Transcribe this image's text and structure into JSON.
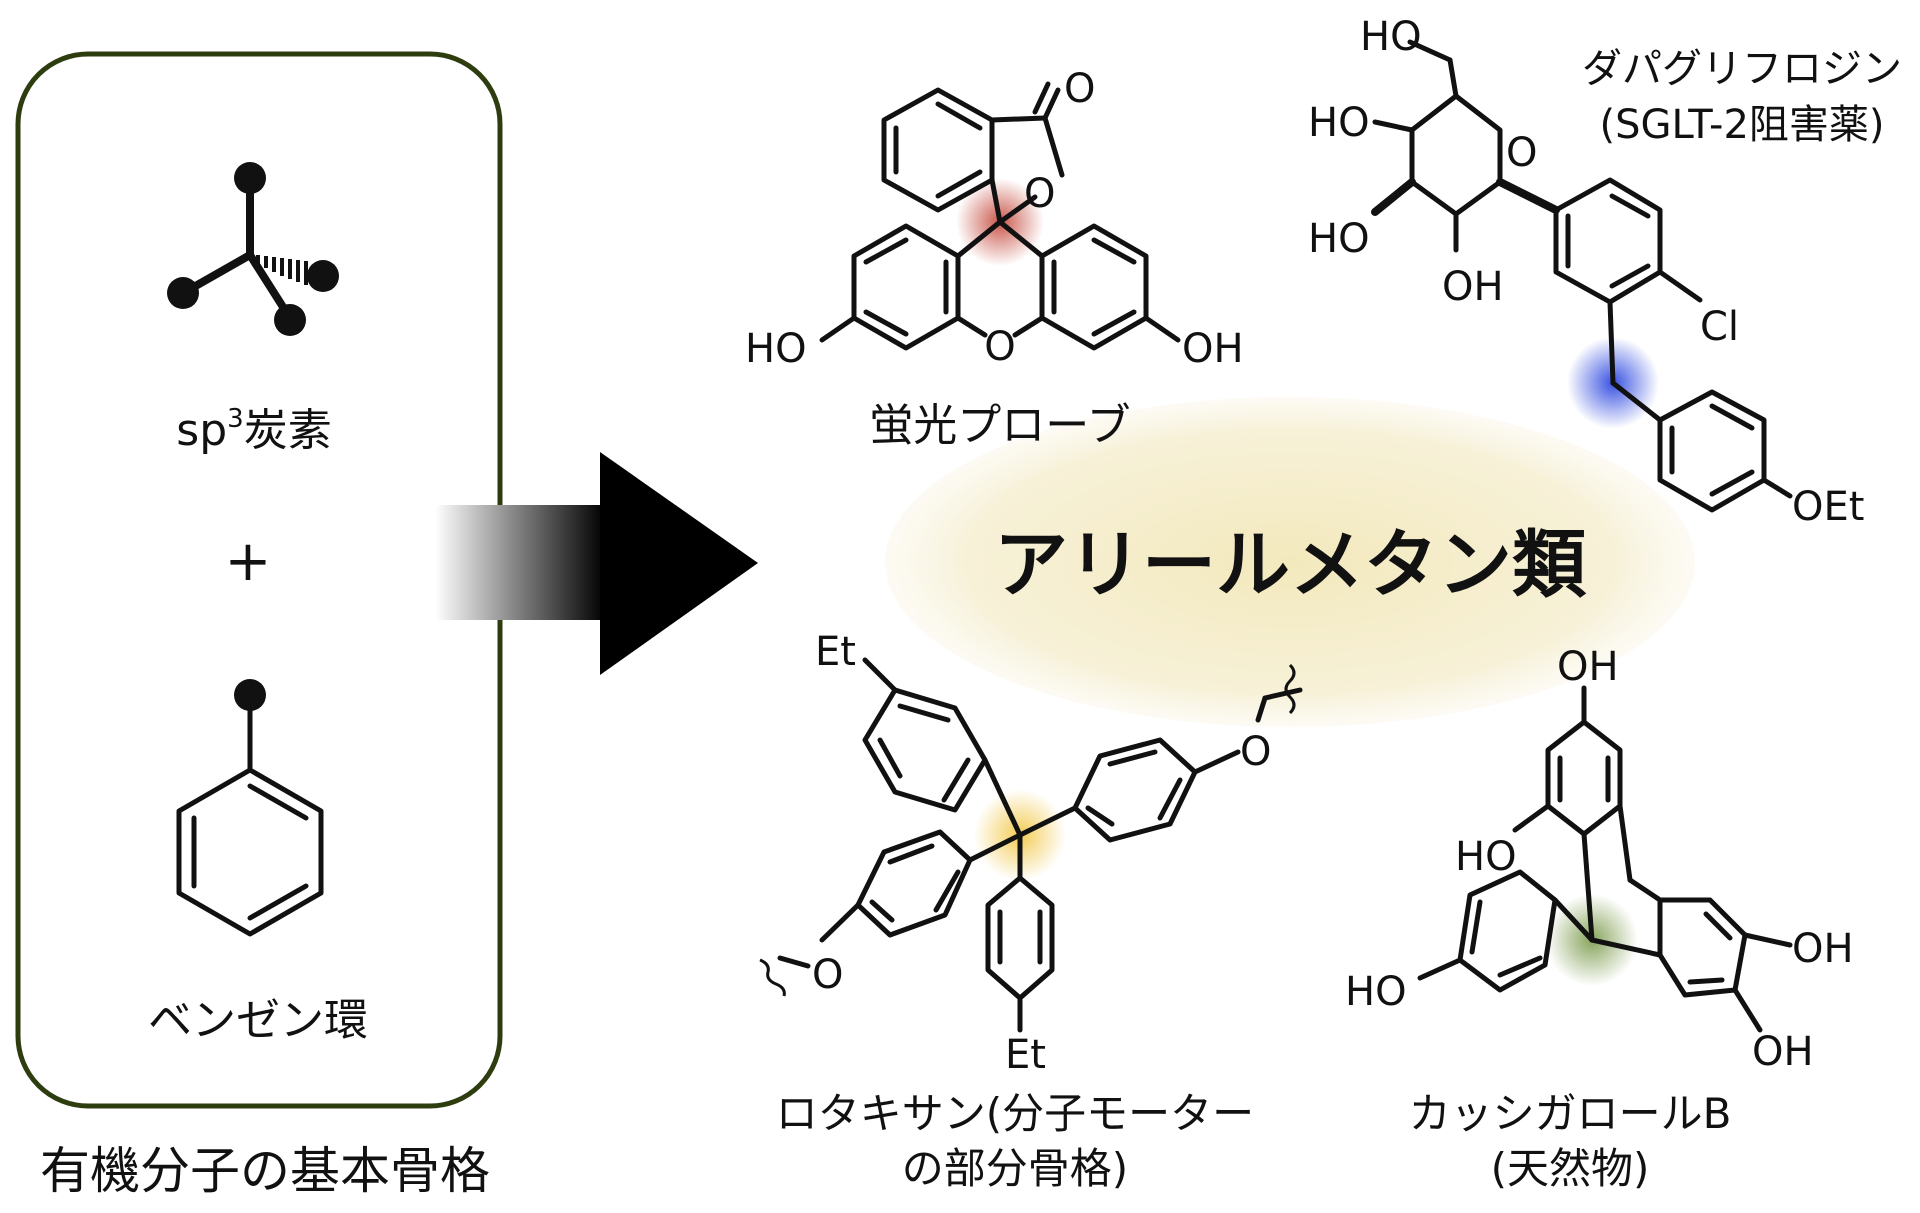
{
  "left_panel": {
    "sp3_label_prefix": "sp",
    "sp3_label_superscript": "3",
    "sp3_label_suffix": "炭素",
    "plus": "+",
    "benzene_label": "ベンゼン環",
    "caption": "有機分子の基本骨格"
  },
  "center": {
    "title": "アリールメタン類"
  },
  "molecules": {
    "fluorescein": {
      "caption": "蛍光プローブ",
      "atoms": {
        "carbonyl_o": "O",
        "ring_o": "O",
        "xanthene_o": "O",
        "oh_left": "HO",
        "oh_right": "OH"
      }
    },
    "dapagliflozin": {
      "caption_line1": "ダパグリフロジン",
      "caption_line2": "(SGLT-2阻害薬)",
      "atoms": {
        "ho_top": "HO",
        "ho_mid": "HO",
        "ho_low": "HO",
        "oh_bottom": "OH",
        "ring_o": "O",
        "cl": "Cl",
        "oet": "OEt"
      }
    },
    "rotaxane": {
      "caption_line1": "ロタキサン(分子モーター",
      "caption_line2": "の部分骨格)",
      "atoms": {
        "et_top": "Et",
        "et_bottom": "Et",
        "o_right": "O",
        "o_left": "O"
      }
    },
    "cassigarol": {
      "caption_line1": "カッシガロールB",
      "caption_line2": "(天然物)",
      "atoms": {
        "oh_top": "OH",
        "ho_left": "HO",
        "ho_bottom_left": "HO",
        "oh_right_upper": "OH",
        "oh_right_lower": "OH"
      }
    }
  },
  "colors": {
    "panel_border": "#2e3d10",
    "ellipse_fill": "#f6f0d2",
    "highlight_red": "#c0392b",
    "highlight_blue": "#2f49e0",
    "highlight_yellow": "#f2c94c",
    "highlight_green": "#7a9a4a"
  }
}
